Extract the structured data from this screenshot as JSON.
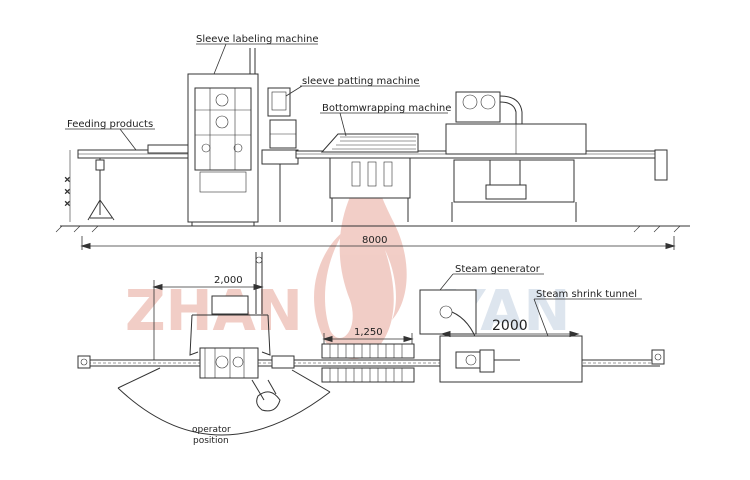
{
  "labels": {
    "sleeve_labeling_machine": "Sleeve labeling machine",
    "sleeve_patting_machine": "sleeve patting machine",
    "bottom_wrapping_machine": "Bottomwrapping machine",
    "feeding_products": "Feeding products",
    "steam_generator": "Steam generator",
    "steam_shrink_tunnel": "Steam shrink tunnel",
    "operator_position_line1": "operator",
    "operator_position_line2": "position"
  },
  "dimensions": {
    "total_length": "8000",
    "labeler_width": "2,000",
    "wrapping_width": "1,250",
    "tunnel_length": "2000"
  },
  "watermark": {
    "left": "ZHAN",
    "right": "YAN",
    "color": "#e8a89a"
  }
}
